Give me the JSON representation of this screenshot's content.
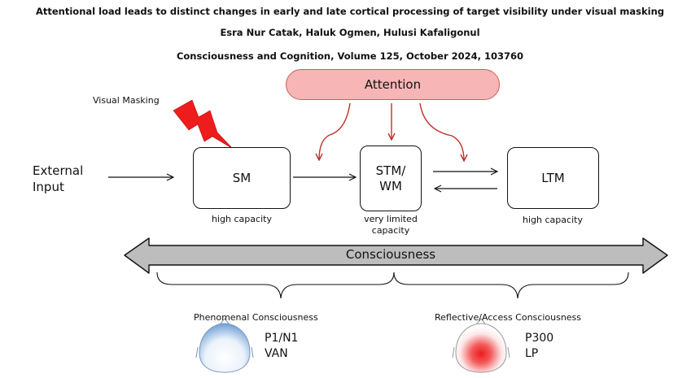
{
  "header": {
    "title": "Attentional load leads to distinct changes in early and late cortical processing of target visibility under visual masking",
    "authors": "Esra Nur Catak, Haluk Ogmen, Hulusi Kafaligonul",
    "journal": "Consciousness and Cognition, Volume 125, October 2024, 103760"
  },
  "diagram": {
    "visual_masking": "Visual Masking",
    "external_input": [
      "External",
      "Input"
    ],
    "attention": "Attention",
    "sm": {
      "label": "SM",
      "caption": "high capacity"
    },
    "stm": {
      "label": [
        "STM/",
        "WM"
      ],
      "caption": [
        "very limited",
        "capacity"
      ]
    },
    "ltm": {
      "label": "LTM",
      "caption": "high capacity"
    },
    "consciousness": "Consciousness",
    "phenomenal": {
      "title": "Phenomenal Consciousness",
      "markers": [
        "P1/N1",
        "VAN"
      ]
    },
    "reflective": {
      "title": "Reflective/Access Consciousness",
      "markers": [
        "P300",
        "LP"
      ]
    }
  },
  "colors": {
    "attention_fill": "#f7b5b5",
    "attention_border": "#c8605f",
    "arrow_red": "#c0302b",
    "lightning": "#ee1c1c",
    "consciousness_arrow": "#bdbdbd",
    "head_blue": "#6f9fd6",
    "head_red": "#ee1c1c"
  }
}
